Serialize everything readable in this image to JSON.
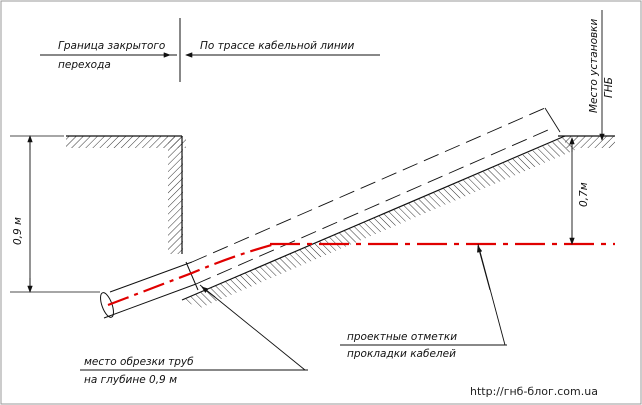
{
  "labels": {
    "boundary_line1": "Граница закрытого",
    "boundary_line2": "перехода",
    "along_route": "По трассе кабельной линии",
    "install_line1": "Место установки",
    "install_line2": "ГНБ",
    "depth_left": "0,9 м",
    "depth_right": "0,7м",
    "design_line1": "проектные отметки",
    "design_line2": "прокладки кабелей",
    "cut_line1": "место обрезки труб",
    "cut_line2": "на глубине 0,9 м"
  },
  "footer": {
    "url": "http://гнб-блог.com.ua"
  },
  "colors": {
    "line": "#111111",
    "cable_axis": "#e00000",
    "hatch": "#333333"
  }
}
